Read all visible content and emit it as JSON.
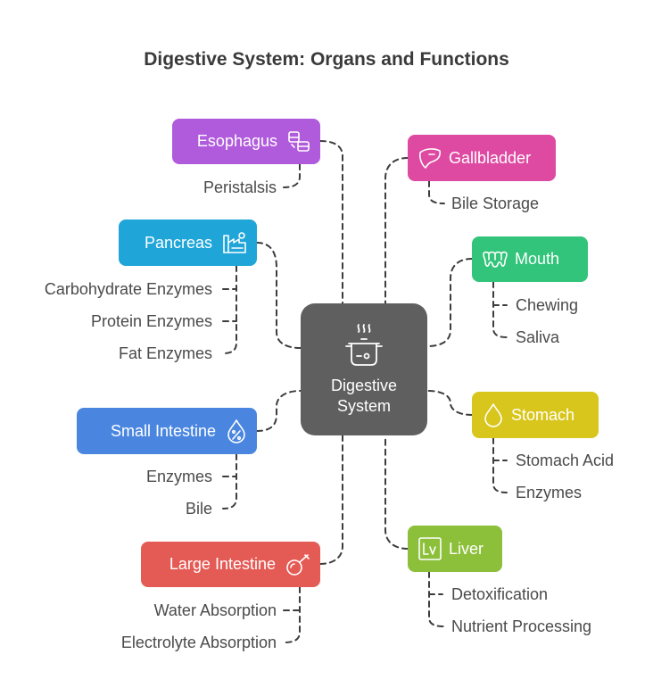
{
  "title": "Digestive System: Organs and Functions",
  "center": {
    "label_line1": "Digestive",
    "label_line2": "System",
    "icon": "cooking-pot-icon",
    "color": "#5f5f5f"
  },
  "organs": {
    "esophagus": {
      "name": "Esophagus",
      "color": "#b05bdc",
      "icon": "transport-icon",
      "functions": [
        "Peristalsis"
      ]
    },
    "pancreas": {
      "name": "Pancreas",
      "color": "#1fa5d8",
      "icon": "factory-icon",
      "functions": [
        "Carbohydrate Enzymes",
        "Protein Enzymes",
        "Fat Enzymes"
      ]
    },
    "small_intestine": {
      "name": "Small Intestine",
      "color": "#4a86e0",
      "icon": "drop-percent-icon",
      "functions": [
        "Enzymes",
        "Bile"
      ]
    },
    "large_intestine": {
      "name": "Large Intestine",
      "color": "#e45a55",
      "icon": "bulb-syringe-icon",
      "functions": [
        "Water Absorption",
        "Electrolyte Absorption"
      ]
    },
    "gallbladder": {
      "name": "Gallbladder",
      "color": "#de4aa1",
      "icon": "organ-icon",
      "functions": [
        "Bile Storage"
      ]
    },
    "mouth": {
      "name": "Mouth",
      "color": "#32c47a",
      "icon": "teeth-icon",
      "functions": [
        "Chewing",
        "Saliva"
      ]
    },
    "stomach": {
      "name": "Stomach",
      "color": "#d8c61c",
      "icon": "droplet-icon",
      "functions": [
        "Stomach Acid",
        "Enzymes"
      ]
    },
    "liver": {
      "name": "Liver",
      "color": "#8cbf3a",
      "icon": "lv-element-icon",
      "functions": [
        "Detoxification",
        "Nutrient Processing"
      ]
    }
  }
}
